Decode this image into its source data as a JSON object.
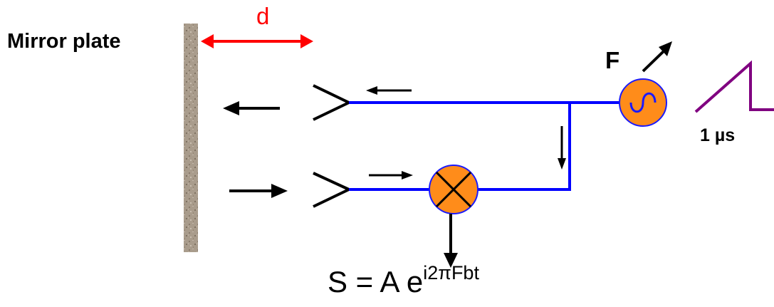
{
  "labels": {
    "mirror": "Mirror plate",
    "distance": "d",
    "frequency": "F",
    "period": "1 µs"
  },
  "formula": {
    "base": "S = A e",
    "exponent": "i2πFbt"
  },
  "colors": {
    "waveguide": "#0000ff",
    "component_fill": "#ff8c1a",
    "distance_arrow": "#ff0000",
    "ramp": "#800080",
    "mirror": "#a89a8a"
  },
  "icons": {
    "oscillator": "sine-source-icon",
    "mixer": "mixer-cross-icon",
    "antenna": "horn-antenna-icon"
  }
}
